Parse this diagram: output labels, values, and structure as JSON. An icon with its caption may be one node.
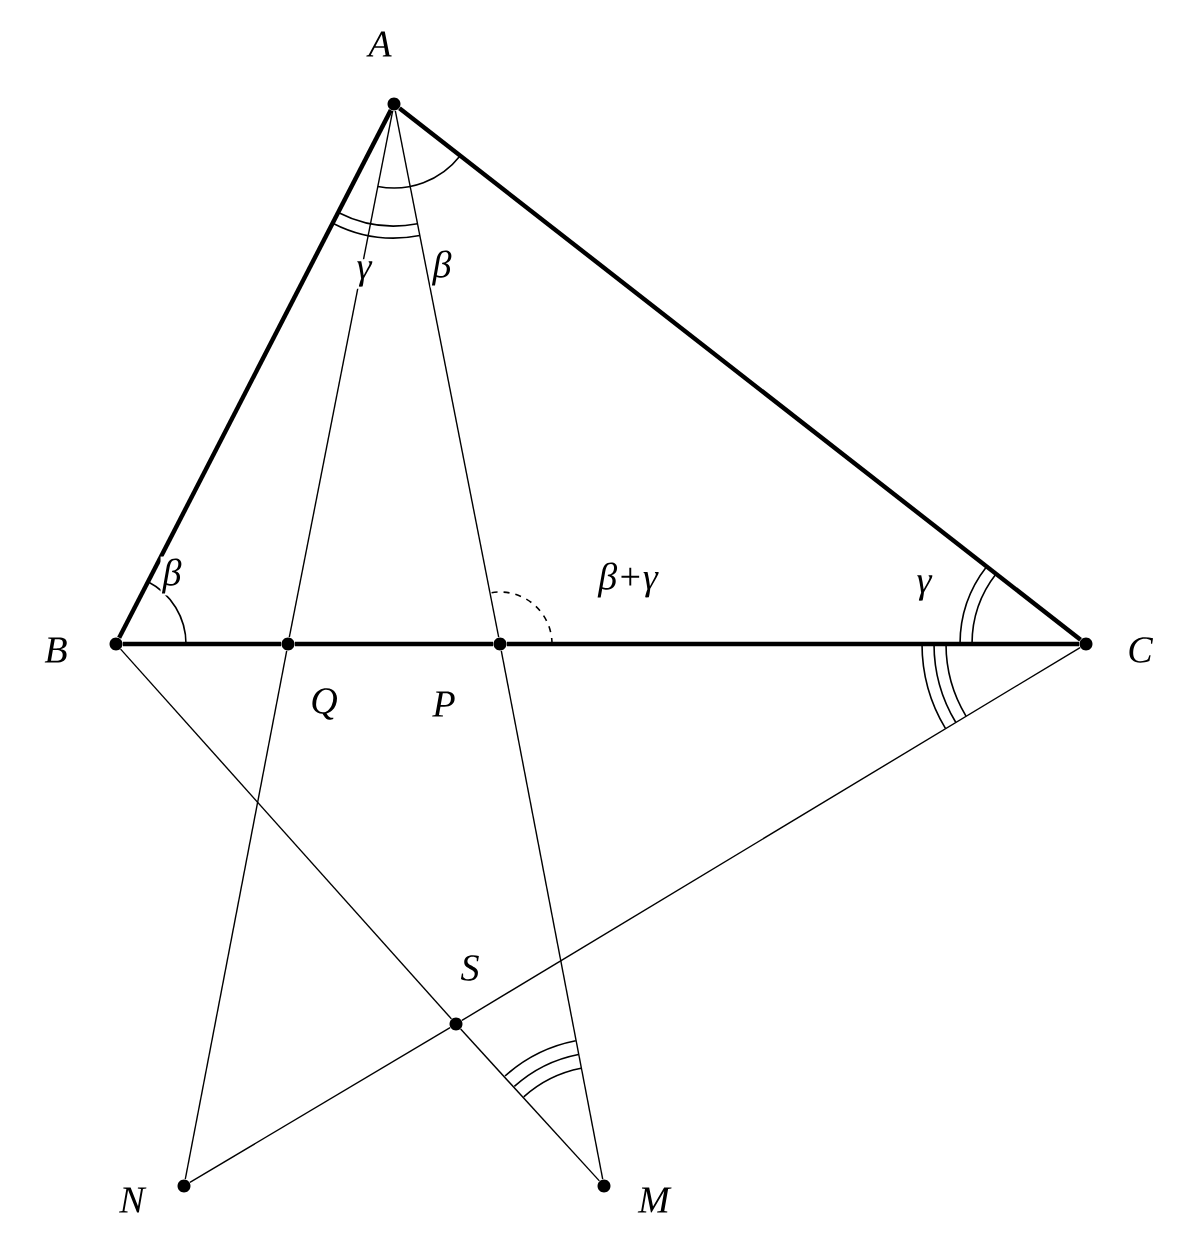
{
  "diagram": {
    "nodes": [
      {
        "text": [
          "A"
        ]
      },
      {
        "text": [
          "B"
        ]
      },
      {
        "text": [
          "Q"
        ]
      },
      {
        "text": [
          "P"
        ]
      },
      {
        "text": [
          "C"
        ]
      },
      {
        "text": [
          "S"
        ]
      },
      {
        "text": [
          "N"
        ]
      },
      {
        "text": [
          "M"
        ]
      }
    ],
    "edges": [
      {
        "from": 0,
        "to": 1,
        "arrow": "none",
        "style": "thick"
      },
      {
        "from": 0,
        "to": 4,
        "arrow": "none",
        "style": "thick"
      },
      {
        "from": 1,
        "to": 2,
        "arrow": "none",
        "style": "thick"
      },
      {
        "from": 2,
        "to": 3,
        "arrow": "none",
        "style": "thick"
      },
      {
        "from": 3,
        "to": 4,
        "arrow": "none",
        "style": "thick"
      },
      {
        "from": 0,
        "to": 2,
        "arrow": "none"
      },
      {
        "from": 2,
        "to": 6,
        "arrow": "none"
      },
      {
        "from": 0,
        "to": 3,
        "arrow": "none"
      },
      {
        "from": 3,
        "to": 7,
        "arrow": "none"
      },
      {
        "from": 1,
        "to": 5,
        "arrow": "none"
      },
      {
        "from": 5,
        "to": 7,
        "arrow": "none"
      },
      {
        "from": 4,
        "to": 5,
        "arrow": "none"
      },
      {
        "from": 5,
        "to": 6,
        "arrow": "none"
      }
    ],
    "labels": [
      "γ",
      "β",
      "β",
      "β+γ",
      "γ"
    ]
  }
}
